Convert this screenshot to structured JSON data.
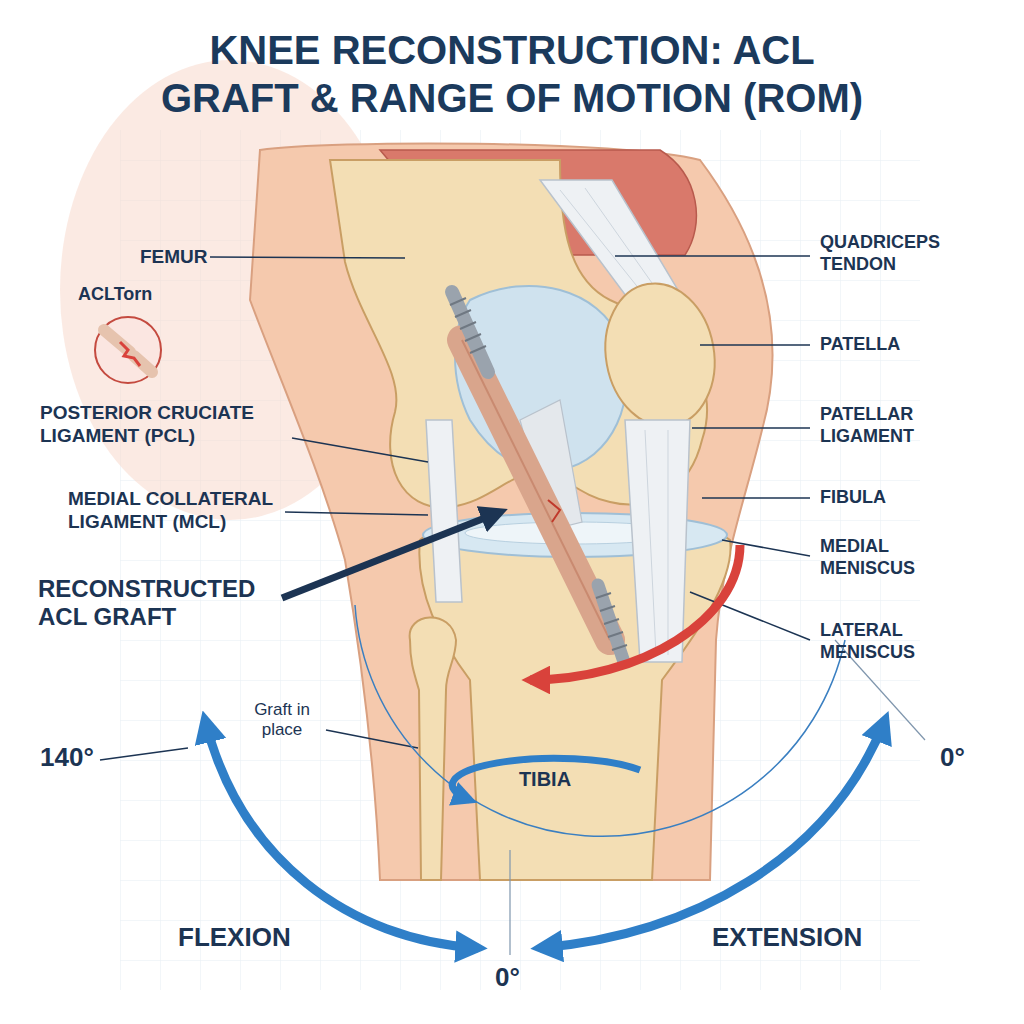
{
  "diagram": {
    "title": "KNEE RECONSTRUCTION: ACL GRAFT & RANGE OF MOTION (ROM)",
    "labels": [
      "FEMUR",
      "QUADRICEPS TENDON",
      "ACLTorn",
      "PATELLA",
      "POSTERIOR CRUCIATE LIGAMENT (PCL)",
      "PATELLAR LIGAMENT",
      "FIBULA",
      "MEDIAL COLLATERAL LIGAMENT (MCL)",
      "MEDIAL MENISCUS",
      "RECONSTRUCTED ACL GRAFT",
      "LATERAL MENISCUS",
      "Graft in place",
      "140°",
      "0°",
      "TIBIA",
      "FLEXION",
      "0°",
      "EXTENSION"
    ]
  }
}
